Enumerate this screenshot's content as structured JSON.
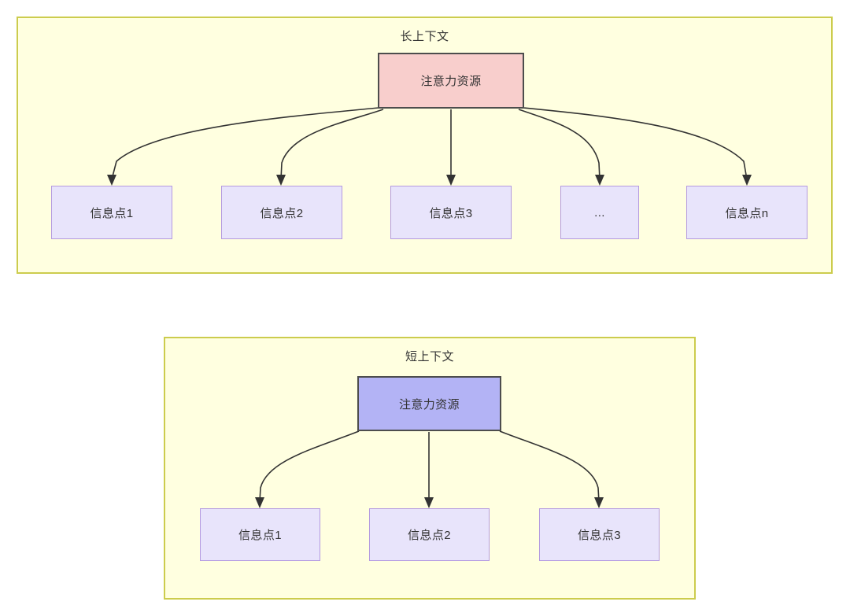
{
  "diagram": {
    "type": "flowchart",
    "background": "#ffffff",
    "panel_fill": "#ffffe0",
    "panel_stroke": "#cccc4d",
    "edge_color": "#333333",
    "panels": [
      {
        "id": "long-context",
        "title": "长上下文",
        "root": {
          "label": "注意力资源",
          "fill": "#f8cecc",
          "stroke": "#4d4d4d"
        },
        "children": [
          {
            "label": "信息点1",
            "fill": "#e8e4fb",
            "stroke": "#b49ae0"
          },
          {
            "label": "信息点2",
            "fill": "#e8e4fb",
            "stroke": "#b49ae0"
          },
          {
            "label": "信息点3",
            "fill": "#e8e4fb",
            "stroke": "#b49ae0"
          },
          {
            "label": "...",
            "fill": "#e8e4fb",
            "stroke": "#b49ae0"
          },
          {
            "label": "信息点n",
            "fill": "#e8e4fb",
            "stroke": "#b49ae0"
          }
        ]
      },
      {
        "id": "short-context",
        "title": "短上下文",
        "root": {
          "label": "注意力资源",
          "fill": "#b3b3f5",
          "stroke": "#4d4d4d"
        },
        "children": [
          {
            "label": "信息点1",
            "fill": "#e8e4fb",
            "stroke": "#b49ae0"
          },
          {
            "label": "信息点2",
            "fill": "#e8e4fb",
            "stroke": "#b49ae0"
          },
          {
            "label": "信息点3",
            "fill": "#e8e4fb",
            "stroke": "#b49ae0"
          }
        ]
      }
    ]
  }
}
